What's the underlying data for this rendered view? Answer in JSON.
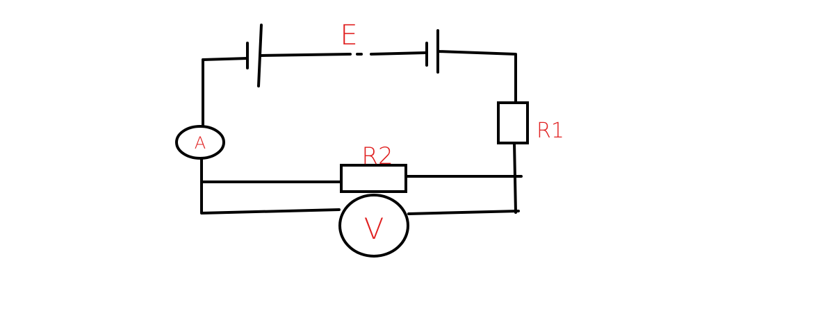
{
  "labels": {
    "emf": "E",
    "r1": "R1",
    "r2": "R2",
    "ammeter": "A",
    "voltmeter": "V"
  },
  "colors": {
    "wire": "#000000",
    "label": "#e02020",
    "background": "#ffffff"
  }
}
